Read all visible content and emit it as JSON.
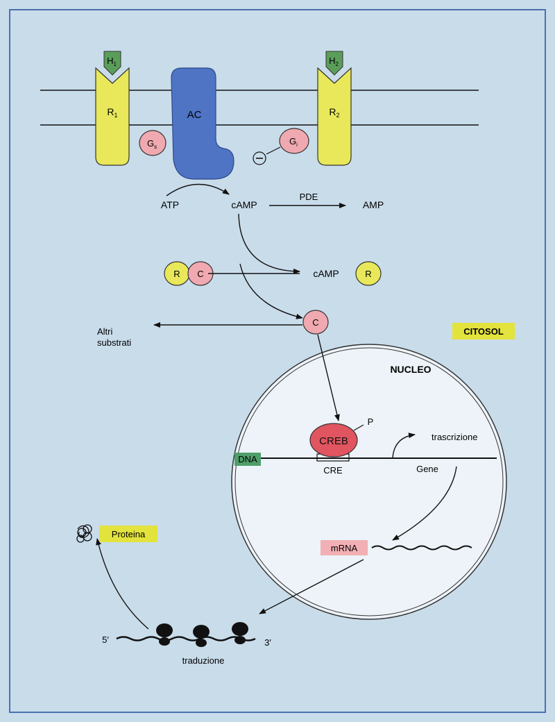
{
  "colors": {
    "background": "#c9dcea",
    "border": "#4a6fb0",
    "receptor": "#e8e85a",
    "hormone": "#5a9e5a",
    "adenylate_cyclase": "#4f74c4",
    "g_protein": "#f0a9b0",
    "creb": "#e05560",
    "dna_label": "#4f9e6a",
    "mrna_label": "#f2b0b4",
    "cytosol_label": "#e3e33e",
    "proteina_label": "#e3e33e"
  },
  "hormones": {
    "h1": "H",
    "h1_sub": "1",
    "h2": "H",
    "h2_sub": "2"
  },
  "receptors": {
    "r1": "R",
    "r1_sub": "1",
    "r2": "R",
    "r2_sub": "2"
  },
  "ac_label": "AC",
  "g_proteins": {
    "gs": "G",
    "gs_sub": "s",
    "gi": "G",
    "gi_sub": "i"
  },
  "inhibition_symbol": "⊖",
  "pathway": {
    "atp": "ATP",
    "camp": "cAMP",
    "pde": "PDE",
    "amp": "AMP",
    "r_subunit": "R",
    "c_subunit": "C",
    "camp_bound": "cAMP",
    "r_bound": "R",
    "c_free": "C",
    "altri_line1": "Altri",
    "altri_line2": "substrati"
  },
  "compartments": {
    "cytosol": "CITOSOL",
    "nucleo": "NUCLEO"
  },
  "nucleus": {
    "creb": "CREB",
    "phosphate": "P",
    "cre": "CRE",
    "dna": "DNA",
    "trascrizione": "trascrizione",
    "gene": "Gene",
    "mrna": "mRNA"
  },
  "translation": {
    "five_prime": "5′",
    "three_prime": "3′",
    "traduzione": "traduzione",
    "proteina": "Proteina"
  }
}
